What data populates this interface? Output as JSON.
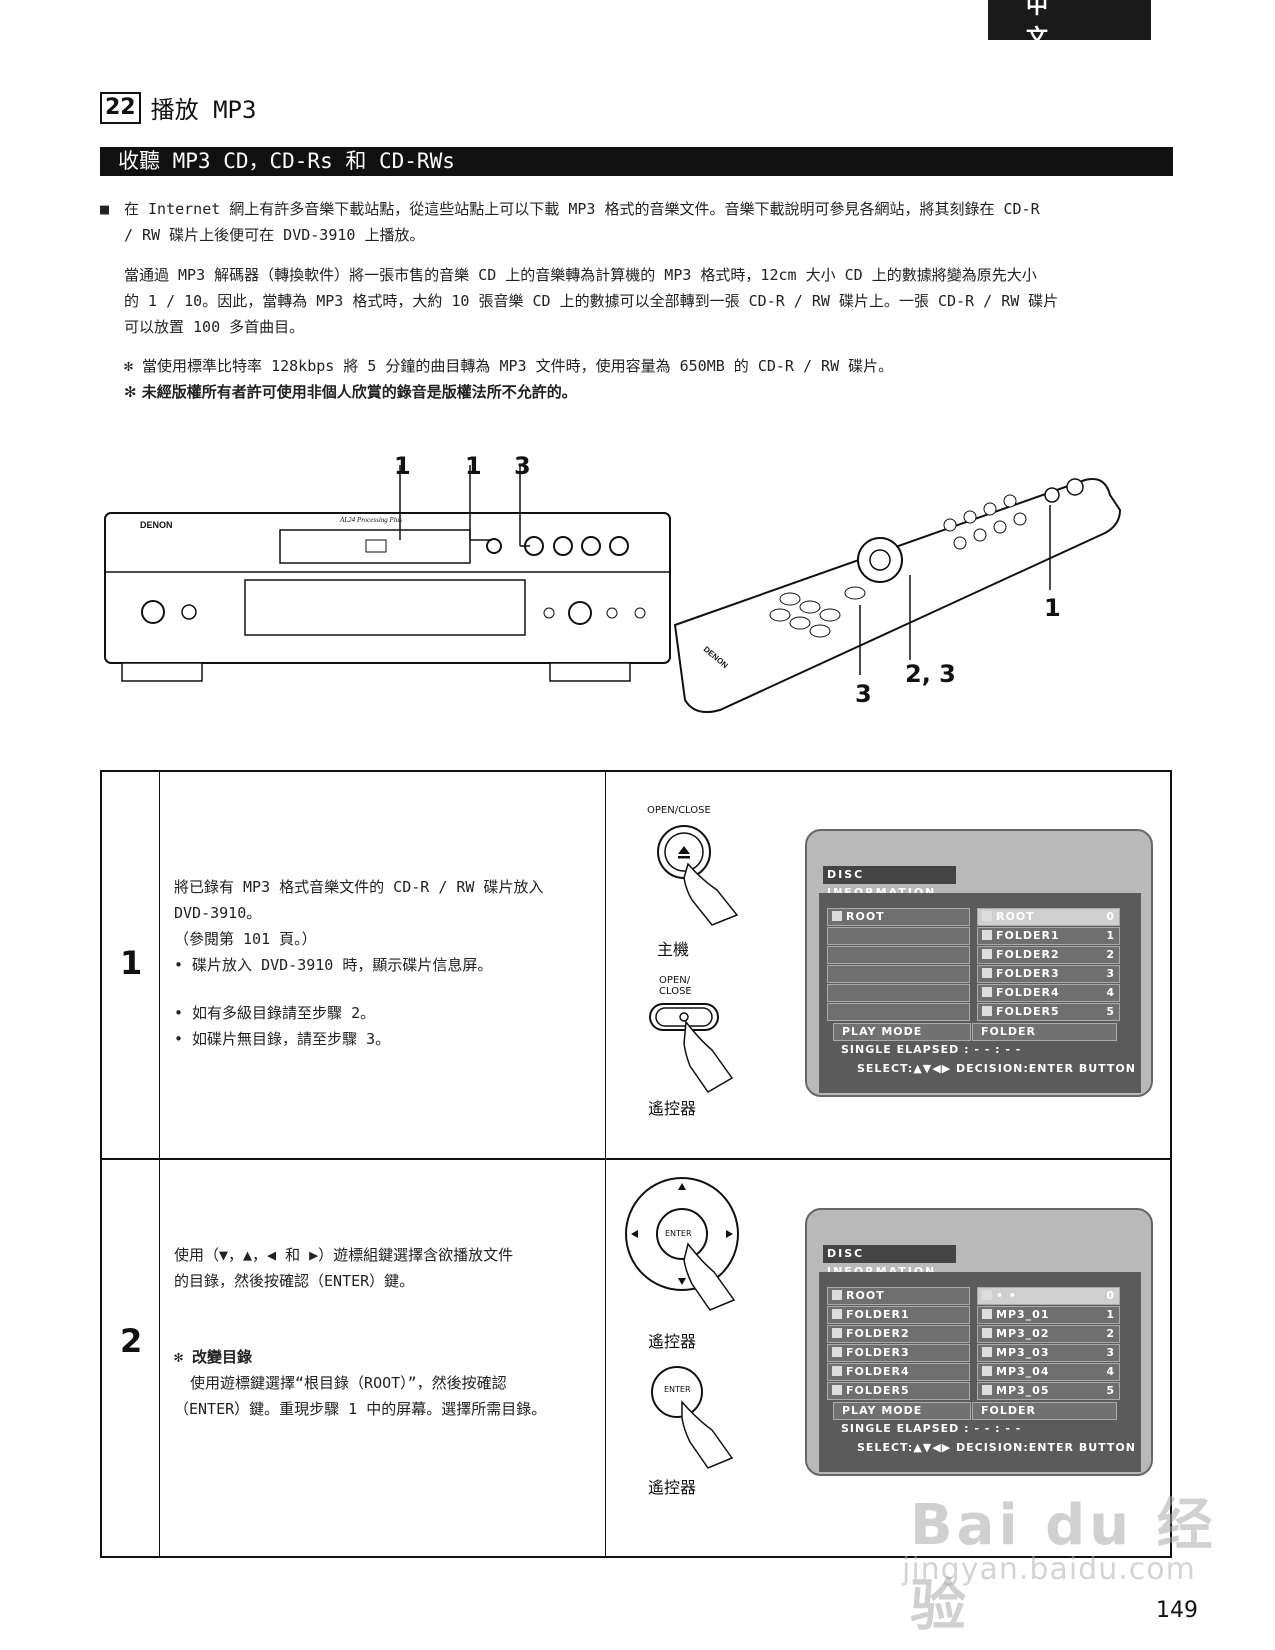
{
  "lang_tab": "中 文",
  "section": {
    "number": "22",
    "title": "播放 MP3"
  },
  "subheading": "收聽 MP3 CD，CD-Rs 和 CD-RWs",
  "intro": {
    "bullet": "■",
    "line1": "在 Internet 網上有許多音樂下載站點，從這些站點上可以下載 MP3 格式的音樂文件。音樂下載說明可參見各網站，將其刻錄在 CD-R",
    "line2": "/ RW 碟片上後便可在 DVD-3910 上播放。",
    "p2_line1": "當通過 MP3 解碼器（轉換軟件）將一張市售的音樂 CD 上的音樂轉為計算機的 MP3 格式時，12cm 大小 CD 上的數據將變為原先大小",
    "p2_line2": "的 1 / 10。因此，當轉為 MP3 格式時，大約 10 張音樂 CD 上的數據可以全部轉到一張 CD-R / RW 碟片上。一張 CD-R / RW 碟片",
    "p2_line3": "可以放置 100 多首曲目。",
    "note1": "✻ 當使用標準比特率 128kbps 將 5 分鐘的曲目轉為 MP3 文件時，使用容量為 650MB 的 CD-R / RW 碟片。",
    "note2": "✻ 未經版權所有者許可使用非個人欣賞的錄音是版權法所不允許的。"
  },
  "callouts": {
    "a": "1",
    "b": "1",
    "c": "3",
    "d": "1",
    "e": "2, 3",
    "f": "3"
  },
  "device_labels": {
    "brand": "DENON",
    "remote_brand": "DENON",
    "top_strip": "AL24 Processing Plus"
  },
  "steps": [
    {
      "number": "1",
      "lines": [
        "將已錄有 MP3 格式音樂文件的 CD-R / RW 碟片放入",
        "DVD-3910。",
        "（參閱第 101 頁。）",
        "• 碟片放入 DVD-3910 時，顯示碟片信息屏。",
        "• 如有多級目錄請至步驟 2。",
        "• 如碟片無目錄，請至步驟 3。"
      ],
      "btn1_label": "OPEN/CLOSE",
      "btn1_caption": "主機",
      "btn2_label_a": "OPEN/",
      "btn2_label_b": "CLOSE",
      "btn2_caption": "遙控器",
      "screen": {
        "title": "DISC INFORMATION",
        "left": [
          "ROOT",
          "",
          "",
          "",
          "",
          ""
        ],
        "right": [
          {
            "name": "ROOT",
            "index": "0"
          },
          {
            "name": "FOLDER1",
            "index": "1"
          },
          {
            "name": "FOLDER2",
            "index": "2"
          },
          {
            "name": "FOLDER3",
            "index": "3"
          },
          {
            "name": "FOLDER4",
            "index": "4"
          },
          {
            "name": "FOLDER5",
            "index": "5"
          }
        ],
        "play_mode": "PLAY MODE",
        "play_mode_value": "FOLDER",
        "single_elapsed": "SINGLE ELAPSED    : - - : - -",
        "select_line": "SELECT:▲▼◀▶ DECISION:ENTER BUTTON"
      }
    },
    {
      "number": "2",
      "lines": [
        "使用（▼，▲，◀ 和 ▶）遊標組鍵選擇含欲播放文件",
        "的目錄，然後按確認（ENTER）鍵。"
      ],
      "sub_title": "✻ 改變目錄",
      "sub_lines": [
        "使用遊標鍵選擇“根目錄（ROOT）”，然後按確認",
        "（ENTER）鍵。重現步驟 1 中的屏幕。選擇所需目錄。"
      ],
      "btn1_label": "ENTER",
      "btn1_caption": "遙控器",
      "btn2_label": "ENTER",
      "btn2_caption": "遙控器",
      "screen": {
        "title": "DISC INFORMATION",
        "left": [
          "ROOT",
          "FOLDER1",
          "FOLDER2",
          "FOLDER3",
          "FOLDER4",
          "FOLDER5"
        ],
        "right": [
          {
            "name": "• •",
            "index": "0"
          },
          {
            "name": "MP3_01",
            "index": "1"
          },
          {
            "name": "MP3_02",
            "index": "2"
          },
          {
            "name": "MP3_03",
            "index": "3"
          },
          {
            "name": "MP3_04",
            "index": "4"
          },
          {
            "name": "MP3_05",
            "index": "5"
          }
        ],
        "play_mode": "PLAY MODE",
        "play_mode_value": "FOLDER",
        "single_elapsed": "SINGLE ELAPSED    : - - : - -",
        "select_line": "SELECT:▲▼◀▶ DECISION:ENTER BUTTON"
      }
    }
  ],
  "page_number": "149",
  "watermark": {
    "main": "Bai du 经验",
    "sub": "jingyan.baidu.com"
  }
}
